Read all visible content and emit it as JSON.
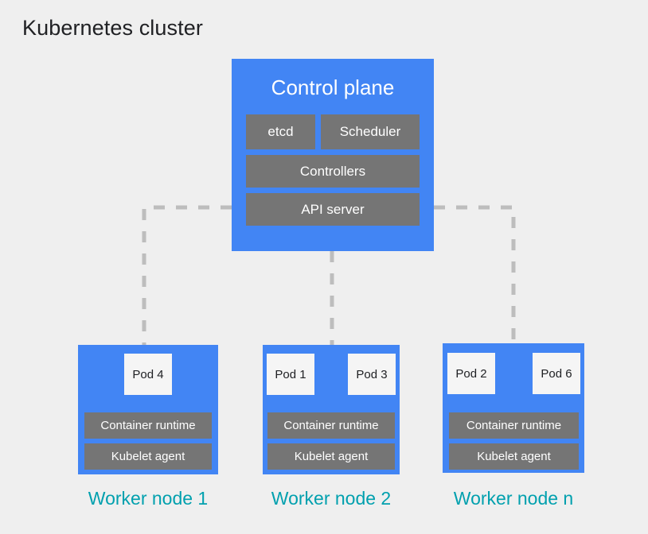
{
  "page": {
    "title": "Kubernetes cluster",
    "background_color": "#efefef",
    "accent_blue": "#4285f4",
    "component_gray": "#757575",
    "caption_teal": "#00a0ae",
    "connector_gray": "#bdbdbd",
    "pod_fill": "#f5f5f5"
  },
  "control_plane": {
    "title": "Control plane",
    "components": [
      {
        "label": "etcd"
      },
      {
        "label": "Scheduler"
      },
      {
        "label": "Controllers"
      },
      {
        "label": "API server"
      }
    ]
  },
  "worker_nodes": [
    {
      "caption": "Worker node 1",
      "pods": [
        {
          "label": "Pod 4"
        }
      ],
      "runtime_label": "Container runtime",
      "kubelet_label": "Kubelet agent"
    },
    {
      "caption": "Worker node 2",
      "pods": [
        {
          "label": "Pod 1"
        },
        {
          "label": "Pod 3"
        }
      ],
      "runtime_label": "Container runtime",
      "kubelet_label": "Kubelet agent"
    },
    {
      "caption": "Worker node n",
      "pods": [
        {
          "label": "Pod 2"
        },
        {
          "label": "Pod 6"
        }
      ],
      "runtime_label": "Container runtime",
      "kubelet_label": "Kubelet agent"
    }
  ],
  "connectors": {
    "style": "dashed",
    "color": "#bdbdbd",
    "description": "API server connects to each worker node"
  }
}
